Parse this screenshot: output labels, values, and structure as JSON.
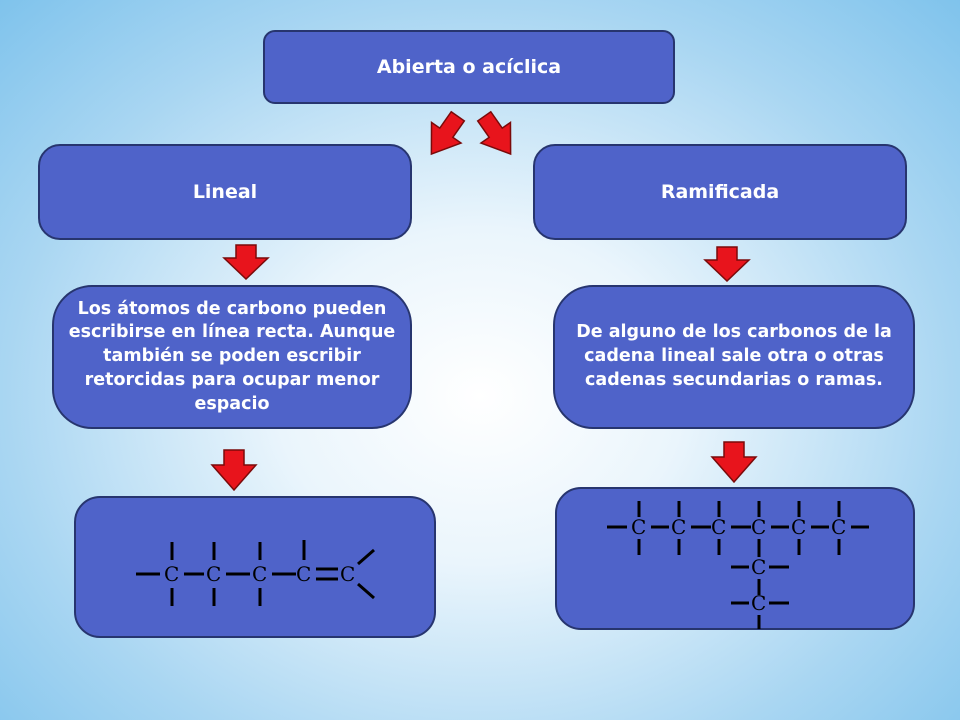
{
  "diagram": {
    "root": {
      "label": "Abierta o acíclica"
    },
    "left": {
      "label": "Lineal",
      "description": "Los átomos de carbono pueden escribirse en línea recta. Aunque también se poden escribir retorcidas para ocupar menor espacio"
    },
    "right": {
      "label": "Ramificada",
      "description": "De alguno de los carbonos de la cadena lineal sale otra o otras cadenas secundarias o ramas."
    },
    "atom_symbol": "C"
  },
  "colors": {
    "box_fill": "#4f63c9",
    "box_border": "#27356f",
    "arrow_fill": "#e8141c",
    "arrow_border": "#7a0a0a"
  }
}
